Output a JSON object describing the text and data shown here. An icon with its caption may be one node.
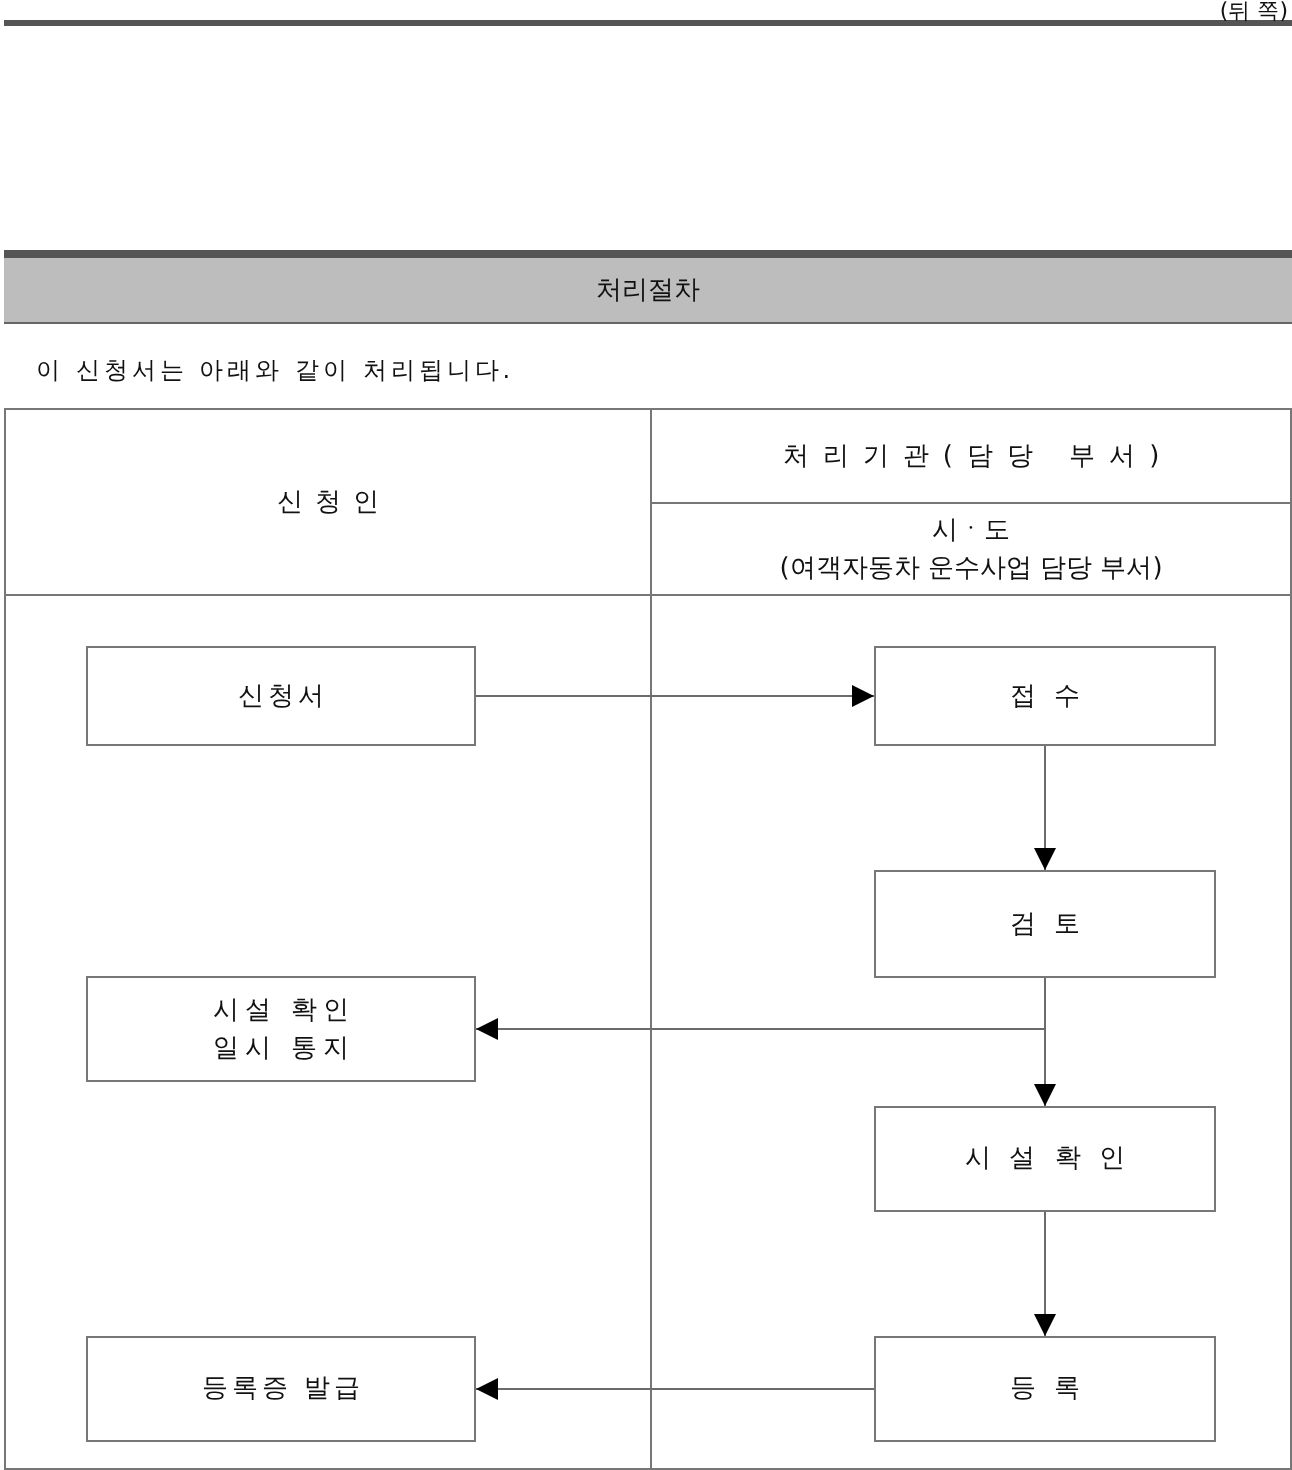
{
  "diagram": {
    "title": "처리절차",
    "nodes": [
      {
        "text": [
          "신청인"
        ]
      },
      {
        "text": [
          "처리기관(담당 부서)",
          "시ㆍ도 (여객자동차 운수사업 담당 부서)"
        ]
      },
      {
        "text": [
          "신청서"
        ],
        "in": 0
      },
      {
        "text": [
          "접수"
        ],
        "in": 1
      },
      {
        "text": [
          "검토"
        ],
        "in": 1
      },
      {
        "text": [
          "시설 확인 일시 통지"
        ],
        "in": 0
      },
      {
        "text": [
          "시설 확인"
        ],
        "in": 1
      },
      {
        "text": [
          "등록증 발급"
        ],
        "in": 0
      },
      {
        "text": [
          "등록"
        ],
        "in": 1
      }
    ],
    "edges": [
      {
        "from": 2,
        "to": 3,
        "arrow": "to"
      },
      {
        "from": 3,
        "to": 4,
        "arrow": "to"
      },
      {
        "from": 4,
        "to": 5,
        "arrow": "to"
      },
      {
        "from": 4,
        "to": 6,
        "arrow": "to"
      },
      {
        "from": 6,
        "to": 8,
        "arrow": "to"
      },
      {
        "from": 8,
        "to": 7,
        "arrow": "to"
      }
    ],
    "labels": [
      "(뒤 쪽)",
      "이 신청서는 아래와 같이 처리됩니다."
    ]
  }
}
